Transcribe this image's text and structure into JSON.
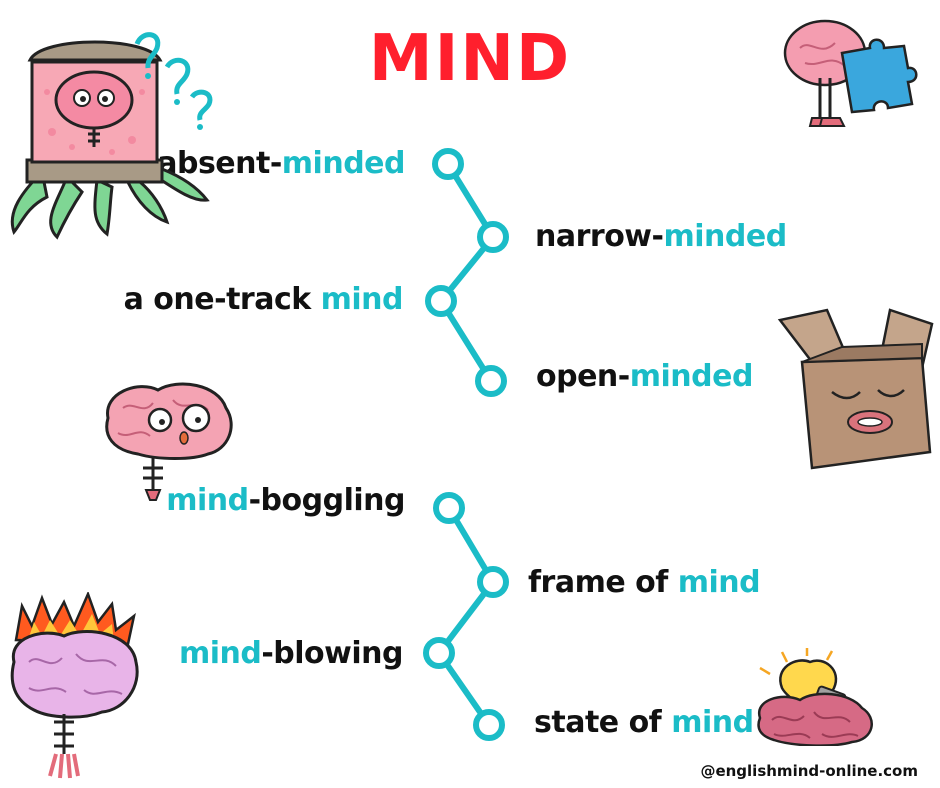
{
  "title": "MIND",
  "phrases": {
    "absent_minded": {
      "a": "absent-",
      "b": "minded"
    },
    "narrow_minded": {
      "a": "narrow-",
      "b": "minded"
    },
    "one_track_mind": {
      "a": "a one-track ",
      "b": "mind"
    },
    "open_minded": {
      "a": "open-",
      "b": "minded"
    },
    "mind_boggling": {
      "a": "mind",
      "b": "-boggling"
    },
    "frame_of_mind": {
      "a": "frame of ",
      "b": "mind"
    },
    "mind_blowing": {
      "a": "mind",
      "b": "-blowing"
    },
    "state_of_mind": {
      "a": "state of ",
      "b": "mind"
    }
  },
  "credit": "@englishmind-online.com",
  "colors": {
    "title": "#ff1f2d",
    "highlight": "#1bbcc7",
    "text": "#111111",
    "connector": "#1bbcc7"
  }
}
